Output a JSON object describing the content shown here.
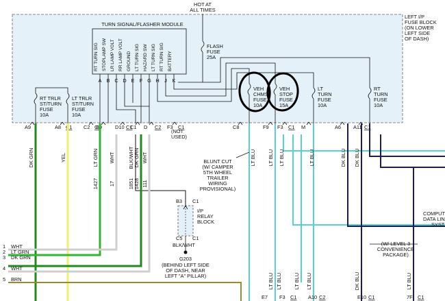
{
  "hot_at_all_times": [
    "HOT AT",
    "ALL TIMES"
  ],
  "fuse_block": {
    "label_lines": [
      "LEFT I/P",
      "FUSE BLOCK",
      "(ON LOWER",
      "LEFT SIDE",
      "OF DASH)"
    ]
  },
  "module": {
    "title": "TURN SIGNAL/FLASHER MODULE",
    "pins": [
      {
        "name": "RT TURN SIG",
        "letter": "A"
      },
      {
        "name": "STOPLAMP SW",
        "letter": "B"
      },
      {
        "name": "LR LAMP VOLT",
        "letter": "C"
      },
      {
        "name": "RR LAMP VOLT",
        "letter": "D"
      },
      {
        "name": "GROUND",
        "letter": "E"
      },
      {
        "name": "LT TURN SIG",
        "letter": "F"
      },
      {
        "name": "HAZARD SW",
        "letter": "G"
      },
      {
        "name": "LT TURN SIG",
        "letter": "H"
      },
      {
        "name": "RT TURN SIG",
        "letter": "J"
      },
      {
        "name": "BATTERY",
        "letter": "K"
      }
    ]
  },
  "fuses": [
    {
      "id": "flash",
      "lines": [
        "FLASH",
        "FUSE",
        "25A"
      ]
    },
    {
      "id": "rt-trlr",
      "lines": [
        "RT TRLR",
        "ST/TURN",
        "FUSE",
        "10A"
      ]
    },
    {
      "id": "lt-trlr",
      "lines": [
        "LT TRLR",
        "ST/TURN",
        "FUSE",
        "10A"
      ]
    },
    {
      "id": "veh-chms",
      "lines": [
        "VEH",
        "CHMS",
        "FUSE",
        "10A"
      ]
    },
    {
      "id": "veh-stop",
      "lines": [
        "VEH",
        "STOP",
        "FUSE",
        "15A"
      ]
    },
    {
      "id": "lt-turn",
      "lines": [
        "LT",
        "TURN",
        "FUSE",
        "10A"
      ]
    },
    {
      "id": "rt-turn",
      "lines": [
        "RT",
        "TURN",
        "FUSE",
        "10A"
      ]
    }
  ],
  "connectors_top": [
    {
      "pin": "A9",
      "conn": ""
    },
    {
      "pin": "A8",
      "conn": "C1"
    },
    {
      "pin": "C2",
      "conn": "C1"
    },
    {
      "pin": "B9",
      "conn": ""
    },
    {
      "pin": "D10",
      "conn": "C1"
    },
    {
      "pin": "C1",
      "conn": ""
    },
    {
      "pin": "D",
      "conn": "C2"
    },
    {
      "pin": "F3",
      "conn": "C1"
    },
    {
      "pin": "C8",
      "conn": ""
    },
    {
      "pin": "F9",
      "conn": ""
    },
    {
      "pin": "F3",
      "conn": "C1"
    },
    {
      "pin": "M",
      "conn": ""
    },
    {
      "pin": "A6",
      "conn": ""
    },
    {
      "pin": "A11",
      "conn": "C1"
    }
  ],
  "not_used": [
    "(NOT",
    "USED)"
  ],
  "wires": [
    {
      "color": "DK GRN",
      "circuit": ""
    },
    {
      "color": "YEL",
      "circuit": ""
    },
    {
      "color": "LT GRN",
      "circuit": "1427"
    },
    {
      "color": "WHT",
      "circuit": "17"
    },
    {
      "color": "BLK/WHT",
      "circuit": "1851"
    },
    {
      "color": "DK GRN",
      "circuit": "1428"
    },
    {
      "color": "WHT",
      "circuit": "111"
    },
    {
      "color": "LT BLU",
      "circuit": ""
    },
    {
      "color": "LT BLU",
      "circuit": ""
    },
    {
      "color": "LT BLU",
      "circuit": ""
    },
    {
      "color": "LT BLU",
      "circuit": ""
    },
    {
      "color": "DK BLU",
      "circuit": ""
    },
    {
      "color": "DK BLU",
      "circuit": ""
    }
  ],
  "blunt_cut_note": [
    "BLUNT CUT",
    "(W/ CAMPER",
    "5TH WHEEL",
    "TRAILER",
    "WIRING",
    "PROVISIONAL)"
  ],
  "relay_block": {
    "top_pin": "B3",
    "top_conn": "C1",
    "bottom_pin": "C5",
    "bottom_conn": "C1",
    "label_lines": [
      "I/P",
      "RELAY",
      "BLOCK"
    ],
    "wire_out": "BLK/WHT"
  },
  "ground": {
    "id": "G203",
    "note": [
      "(BEHIND LEFT SIDE",
      "OF DASH, NEAR",
      "LEFT \"A\" PILLAR)"
    ]
  },
  "computer_data_link": [
    "COMPUT",
    "DATA LIN",
    "SYST"
  ],
  "level3_note": [
    "(W/ LEVEL 3",
    "CONVENIENCE",
    "PACKAGE)"
  ],
  "left_outputs": [
    {
      "num": "1",
      "color": "WHT"
    },
    {
      "num": "2",
      "color": "LT GRN"
    },
    {
      "num": "3",
      "color": "DK GRN"
    },
    {
      "num": "4",
      "color": "WHT"
    },
    {
      "num": "5",
      "color": "BRN"
    }
  ],
  "bottom_labels": {
    "lt_blu_1": "LT BLU",
    "lt_blu_2": "LT BLU",
    "lt_blu_3": "LT BLU",
    "lt_blu_4": "LT BLU",
    "dk_blu_1": "DK BLU",
    "lt_blu_5": "LT BLU",
    "pins": [
      {
        "pin": "E7",
        "conn": ""
      },
      {
        "pin": "F3",
        "conn": "C1"
      },
      {
        "pin": "A10",
        "conn": "C2"
      },
      {
        "pin": "E10",
        "conn": "C1"
      },
      {
        "pin": "7F",
        "conn": "C1"
      }
    ]
  },
  "colors": {
    "fuse_block_fill": "#e4f1f8",
    "dk_grn": "#1f8a1f",
    "lt_grn": "#33b533",
    "yel": "#f3f06a",
    "wht": "#cfcfcf",
    "lt_blu": "#58d0d8",
    "dk_blu": "#1c1a5a",
    "brn": "#a2872f",
    "black": "#111111",
    "annotation": "#111111"
  }
}
